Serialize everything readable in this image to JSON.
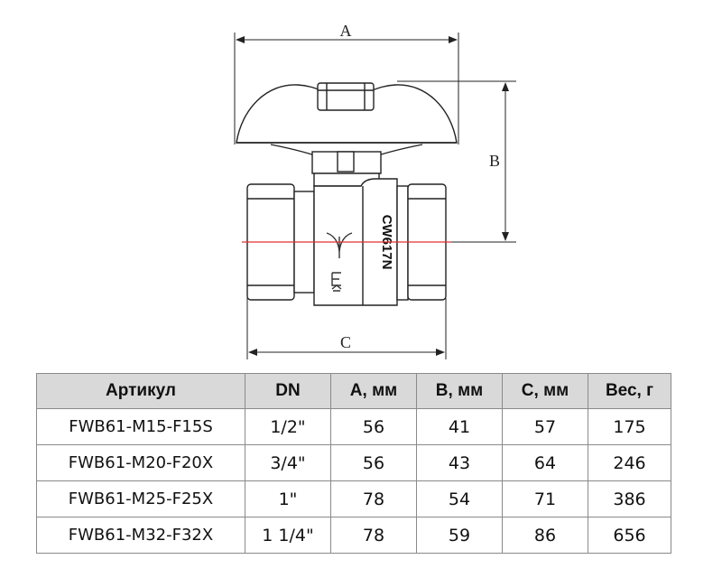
{
  "drawing": {
    "dimension_labels": {
      "a": "A",
      "b": "B",
      "c": "C"
    },
    "body_marking": "CW617N",
    "stamp_icon": "eac-mark-icon",
    "logo_icon": "brand-logo-icon"
  },
  "table": {
    "headers": [
      "Артикул",
      "DN",
      "A, мм",
      "B, мм",
      "C, мм",
      "Вес, г"
    ],
    "rows": [
      [
        "FWB61-M15-F15S",
        "1/2\"",
        "56",
        "41",
        "57",
        "175"
      ],
      [
        "FWB61-M20-F20X",
        "3/4\"",
        "56",
        "43",
        "64",
        "246"
      ],
      [
        "FWB61-M25-F25X",
        "1\"",
        "78",
        "54",
        "71",
        "386"
      ],
      [
        "FWB61-M32-F32X",
        "1 1/4\"",
        "78",
        "59",
        "86",
        "656"
      ]
    ]
  },
  "colors": {
    "header_bg": "#d9d9d9",
    "border": "#8a8a8a",
    "axis_line": "#e03030"
  }
}
